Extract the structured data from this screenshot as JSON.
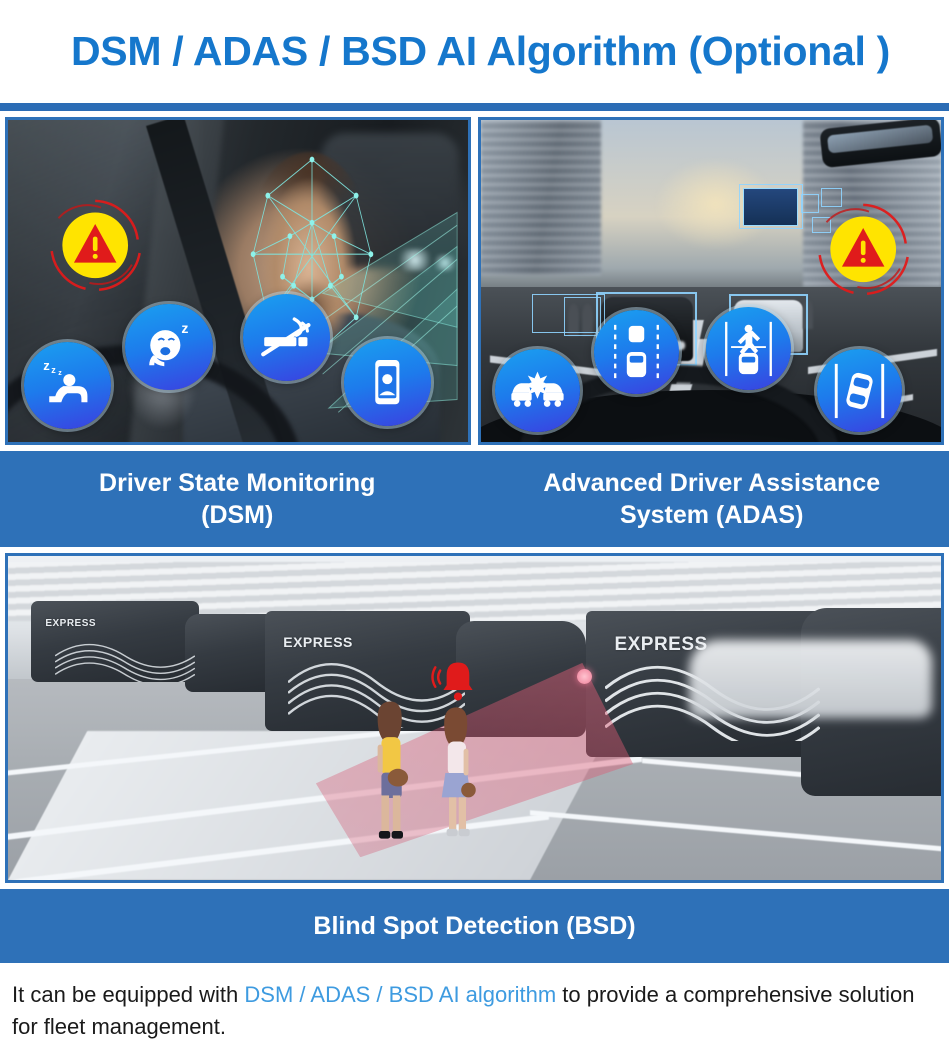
{
  "title": "DSM / ADAS / BSD AI Algorithm (Optional )",
  "panels": {
    "dsm": {
      "caption_line1": "Driver State Monitoring",
      "caption_line2": "(DSM)",
      "alert_icon": "warning-triangle-icon",
      "features": [
        {
          "name": "distracted-head-down-icon",
          "label": "Zzz"
        },
        {
          "name": "yawning-fatigue-icon",
          "label": "Z"
        },
        {
          "name": "no-smoking-icon",
          "label": ""
        },
        {
          "name": "phone-use-icon",
          "label": ""
        }
      ]
    },
    "adas": {
      "caption_line1": "Advanced Driver Assistance",
      "caption_line2": "System (ADAS)",
      "alert_icon": "warning-triangle-icon",
      "features": [
        {
          "name": "forward-collision-warning-icon",
          "label": ""
        },
        {
          "name": "headway-monitoring-icon",
          "label": ""
        },
        {
          "name": "pedestrian-collision-warning-icon",
          "label": ""
        },
        {
          "name": "lane-departure-warning-icon",
          "label": ""
        }
      ]
    },
    "bsd": {
      "caption": "Blind Spot Detection (BSD)",
      "truck_labels": [
        "EXPRESS",
        "EXPRESS",
        "EXPRESS"
      ],
      "alarm_icon": "alarm-bell-icon"
    }
  },
  "footer": {
    "lead": "It can be equipped with ",
    "highlight": "DSM / ADAS / BSD AI algorithm",
    "tail": " to provide a comprehensive solution for fleet management."
  },
  "colors": {
    "title_blue": "#1577cc",
    "caption_blue": "#2e71b8",
    "footer_highlight": "#3e9be0",
    "alert_yellow": "#ffe400",
    "alert_red": "#e01b1b"
  }
}
